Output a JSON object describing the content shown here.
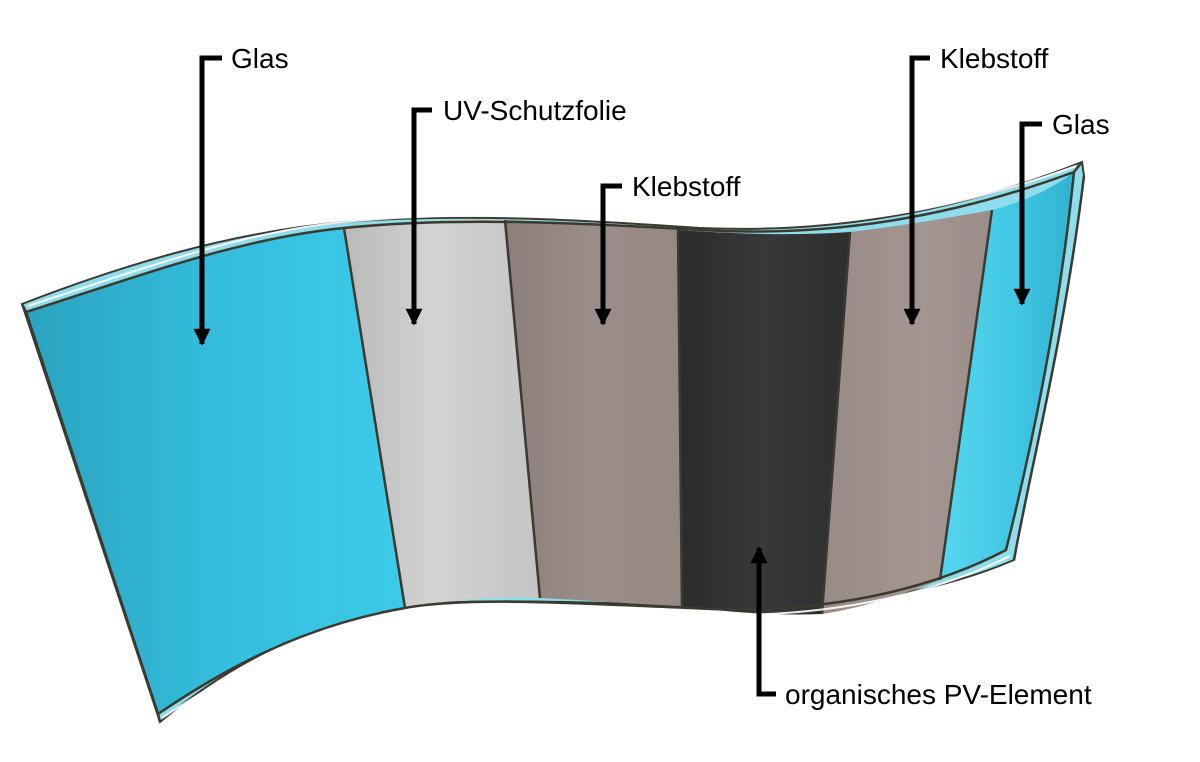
{
  "layers": [
    {
      "id": "glas-left",
      "name": "Glas",
      "color": "#35c0df"
    },
    {
      "id": "uv-schutzfolie",
      "name": "UV-Schutzfolie",
      "color": "#c9c9c9"
    },
    {
      "id": "klebstoff-left",
      "name": "Klebstoff",
      "color": "#9a8c86"
    },
    {
      "id": "pv-element",
      "name": "organisches PV-Element",
      "color": "#333333"
    },
    {
      "id": "klebstoff-right",
      "name": "Klebstoff",
      "color": "#9a8c86"
    },
    {
      "id": "glas-right",
      "name": "Glas",
      "color": "#3fc6e2"
    }
  ],
  "labels": {
    "glas_left": "Glas",
    "uv_schutzfolie": "UV-Schutzfolie",
    "klebstoff_left": "Klebstoff",
    "klebstoff_right": "Klebstoff",
    "glas_right": "Glas",
    "pv_element": "organisches PV-Element"
  }
}
